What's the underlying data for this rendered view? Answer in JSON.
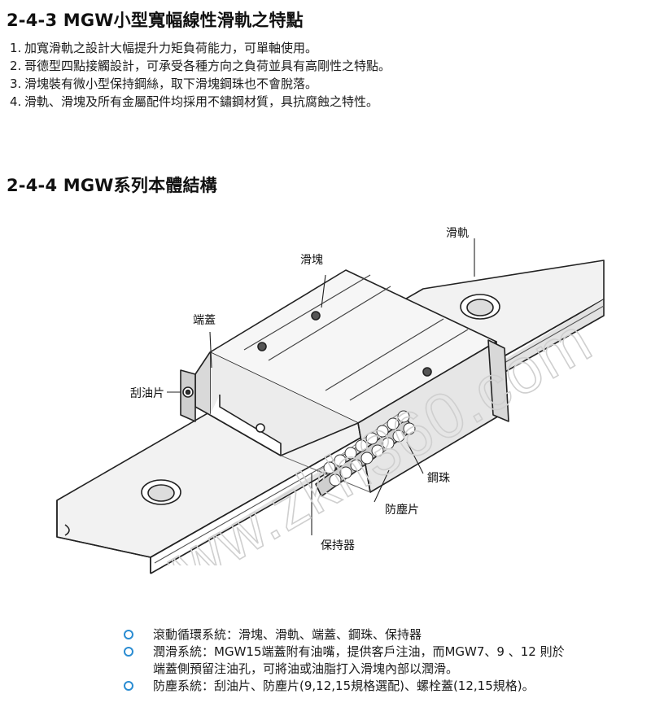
{
  "features_section": {
    "heading": "2-4-3 MGW小型寬幅線性滑軌之特點",
    "items": [
      {
        "num": "1.",
        "text": "加寬滑軌之設計大幅提升力矩負荷能力，可單軸使用。"
      },
      {
        "num": "2.",
        "text": "哥德型四點接觸設計，可承受各種方向之負荷並具有高剛性之特點。"
      },
      {
        "num": "3.",
        "text": "滑塊裝有微小型保持鋼絲，取下滑塊鋼珠也不會脫落。"
      },
      {
        "num": "4.",
        "text": "滑軌、滑塊及所有金屬配件均採用不鏽鋼材質，具抗腐蝕之特性。"
      }
    ]
  },
  "structure_section": {
    "heading": "2-4-4 MGW系列本體結構",
    "callouts": {
      "rail": "滑軌",
      "block": "滑塊",
      "end_cap": "端蓋",
      "scraper": "刮油片",
      "steel_ball": "鋼珠",
      "dust_seal": "防塵片",
      "retainer": "保持器"
    },
    "watermark": "www.zkh360.com"
  },
  "systems": [
    {
      "line1": "滾動循環系統：滑塊、滑軌、端蓋、鋼珠、保持器",
      "line2": ""
    },
    {
      "line1": "潤滑系統：MGW15端蓋附有油嘴，提供客戶注油，而MGW7、9 、12 則於",
      "line2": "端蓋側預留注油孔，可將油或油脂打入滑塊內部以潤滑。"
    },
    {
      "line1": "防塵系統：刮油片、防塵片(9,12,15規格選配)、螺栓蓋(12,15規格)。",
      "line2": ""
    }
  ],
  "colors": {
    "bullet": "#2a8cd2",
    "text": "#111111",
    "watermark": "#d0d0d0"
  }
}
